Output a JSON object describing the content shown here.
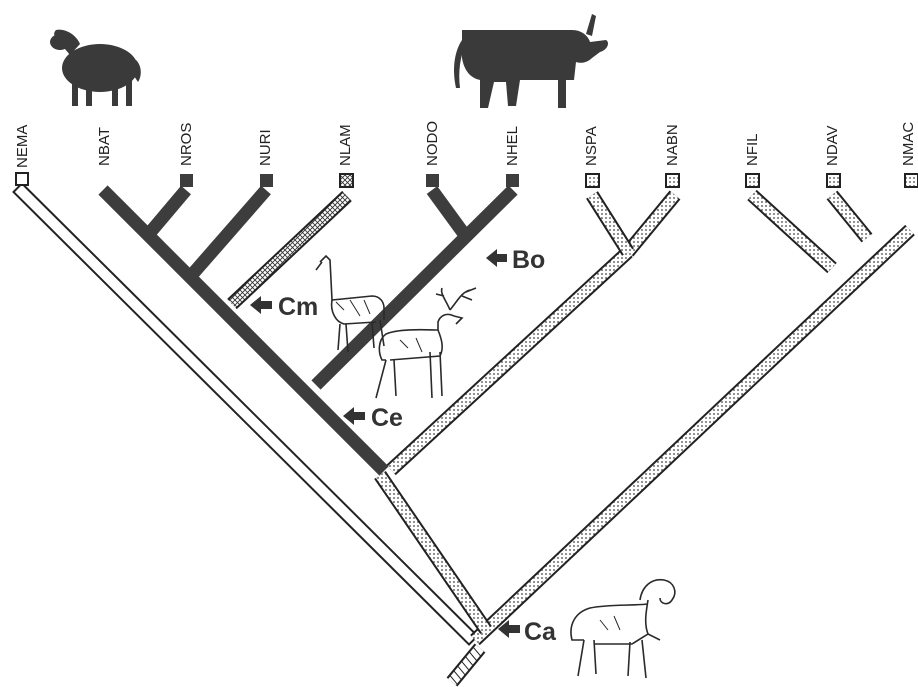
{
  "taxa": [
    {
      "label": "NEMA",
      "state": "open"
    },
    {
      "label": "NBAT",
      "state": "none"
    },
    {
      "label": "NROS",
      "state": "filled"
    },
    {
      "label": "NURI",
      "state": "filled"
    },
    {
      "label": "NLAM",
      "state": "hatched"
    },
    {
      "label": "NODO",
      "state": "filled"
    },
    {
      "label": "NHEL",
      "state": "filled"
    },
    {
      "label": "NSPA",
      "state": "dotted"
    },
    {
      "label": "NABN",
      "state": "dotted"
    },
    {
      "label": "NFIL",
      "state": "dotted"
    },
    {
      "label": "NDAV",
      "state": "dotted"
    },
    {
      "label": "NMAC",
      "state": "dotted"
    }
  ],
  "clades": {
    "bo": "Bo",
    "cm": "Cm",
    "ce": "Ce",
    "ca": "Ca"
  },
  "illustrations": {
    "sheep": "sheep-silhouette",
    "cattle": "cattle-silhouette",
    "llama": "llama-drawing",
    "deer": "deer-drawing",
    "ram": "ram-drawing"
  },
  "colors": {
    "filled_branch": "#3d3d3d",
    "outline": "#222222",
    "dotted_fill": "#b8b8b8"
  }
}
